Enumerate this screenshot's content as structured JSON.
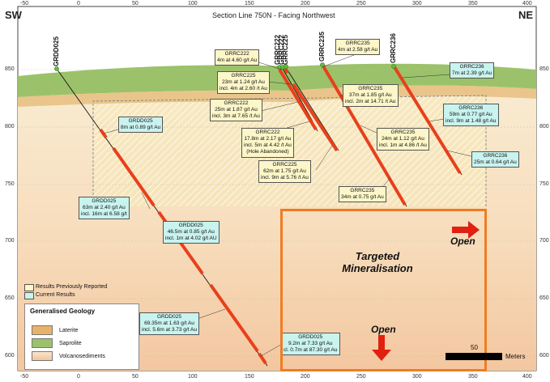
{
  "header": {
    "left": "SW",
    "center": "Section Line 750N - Facing Northwest",
    "right": "NE"
  },
  "x_ticks": [
    "-50",
    "0",
    "50",
    "100",
    "150",
    "200",
    "250",
    "300",
    "350",
    "400"
  ],
  "y_ticks": [
    "850",
    "800",
    "750",
    "700",
    "650",
    "600"
  ],
  "holes": [
    "GRDD025",
    "GRRC222",
    "GRRC222",
    "GRRC225",
    "GRRC235",
    "GRRC236"
  ],
  "intercepts": [
    {
      "lines": [
        "GRRC222",
        "4m at 4.60 g/t Au"
      ],
      "type": "prev"
    },
    {
      "lines": [
        "GRRC235",
        "4m at 2.58 g/t Au"
      ],
      "type": "prev"
    },
    {
      "lines": [
        "GRRC236",
        "7m at 2.39 g/t Au"
      ],
      "type": "curr"
    },
    {
      "lines": [
        "GRRC225",
        "23m at 1.24 g/t Au",
        "incl. 4m at 2.60 /t Au"
      ],
      "type": "prev"
    },
    {
      "lines": [
        "GRRC235",
        "37m at 1.85 g/t Au",
        "incl. 2m at 14.71 /t Au"
      ],
      "type": "prev"
    },
    {
      "lines": [
        "GRRC236",
        "59m at 0.77 g/t Au",
        "incl. 9m at 1.48 g/t Au"
      ],
      "type": "curr"
    },
    {
      "lines": [
        "GRDD025",
        "8m at 0.89 g/t Au"
      ],
      "type": "curr"
    },
    {
      "lines": [
        "GRRC222",
        "25m at 1.87 g/t Au",
        "incl. 3m at 7.65 /t Au"
      ],
      "type": "prev"
    },
    {
      "lines": [
        "GRRC222",
        "17.8m at 2.17 g/t Au",
        "incl. 5m at 4.42 /t Au",
        "(Hole Abandoned)"
      ],
      "type": "prev"
    },
    {
      "lines": [
        "GRRC235",
        "24m at 1.12 g/t Au",
        "incl. 1m at 4.86 /t Au"
      ],
      "type": "prev"
    },
    {
      "lines": [
        "GRRC236",
        "25m at 0.64 g/t Au"
      ],
      "type": "curr"
    },
    {
      "lines": [
        "GRRC225",
        "62m at 1.75 g/t Au",
        "incl. 9m at 5.76 /t Au"
      ],
      "type": "prev"
    },
    {
      "lines": [
        "GRRC235",
        "34m at 0.75 g/t Au"
      ],
      "type": "prev"
    },
    {
      "lines": [
        "GRDD025",
        "63m at 2.40 g/t Au",
        "incl. 16m at 6.58 g/t"
      ],
      "type": "curr"
    },
    {
      "lines": [
        "GRDD025",
        "46.5m at 0.85 g/t Au",
        "incl. 1m at 4.02 g/t AU"
      ],
      "type": "curr"
    },
    {
      "lines": [
        "GRDD025",
        "69.35m at 1.63 g/t Au",
        "incl. 5.6m at 3.73 g/t Au"
      ],
      "type": "curr"
    },
    {
      "lines": [
        "GRDD025",
        "9.2m at 7.33 g/t Au",
        "cl. 0.7m at 87.30 g/t Au"
      ],
      "type": "curr"
    }
  ],
  "target": {
    "line1": "Targeted",
    "line2": "Mineralisation",
    "open_right": "Open",
    "open_bottom": "Open"
  },
  "legend_a": {
    "prev": "Results Previously Reported",
    "curr": "Current Results"
  },
  "geology": {
    "title": "Generalised Geology",
    "items": [
      {
        "label": "Laterite",
        "color": "#e9b26b"
      },
      {
        "label": "Saprolite",
        "color": "#9bc26a"
      },
      {
        "label": "Volcanosediments",
        "color": "#f5d7b8"
      }
    ]
  },
  "scale": {
    "value": "50",
    "unit": "Meters"
  },
  "colors": {
    "drill": "#e8401c",
    "target": "#f07c22",
    "arrow": "#e02010"
  }
}
